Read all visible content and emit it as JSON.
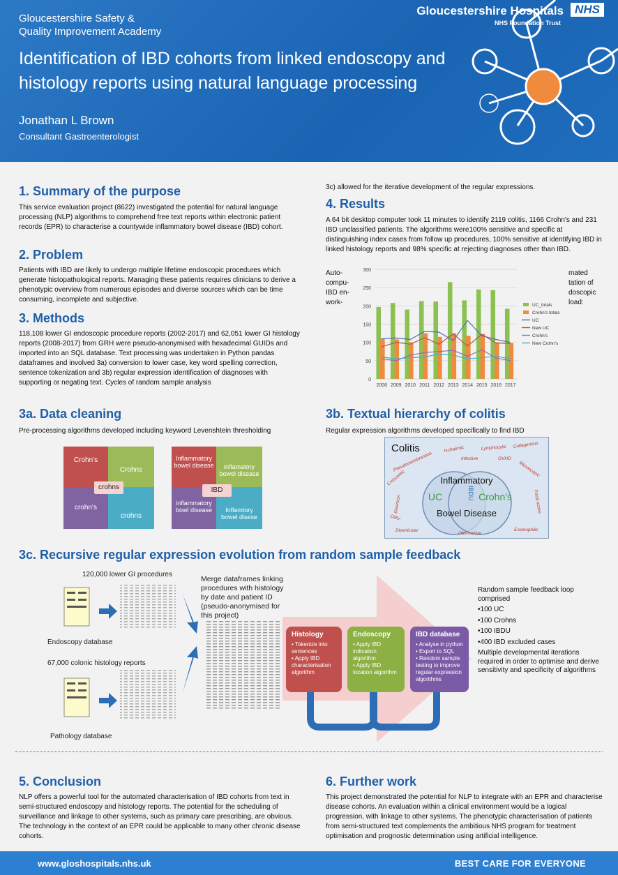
{
  "header": {
    "academy_line1": "Gloucestershire Safety &",
    "academy_line2": "Quality Improvement Academy",
    "trust_name": "Gloucestershire Hospitals",
    "nhs_logo": "NHS",
    "trust_sub": "NHS Foundation Trust",
    "title": "Identification of IBD cohorts from linked endoscopy and histology reports using natural language processing",
    "author": "Jonathan L Brown",
    "role": "Consultant Gastroenterologist"
  },
  "sections": {
    "summary": {
      "heading": "1. Summary of the purpose",
      "text": "This service evaluation project (8622) investigated the potential for natural language processing (NLP) algorithms to comprehend free text reports within electronic patient records (EPR) to characterise a countywide inflammatory bowel disease (IBD) cohort."
    },
    "problem": {
      "heading": "2. Problem",
      "text": "Patients with IBD are likely to undergo multiple lifetime endoscopic procedures which generate histopathological reports. Managing these patients requires clinicians to derive a phenotypic overview from numerous episodes and diverse sources which can be time consuming, incomplete and subjective."
    },
    "methods": {
      "heading": "3. Methods",
      "text": "118,108 lower GI endoscopic procedure reports (2002-2017) and 62,051 lower GI histology reports (2008-2017) from GRH were pseudo-anonymised with hexadecimal GUIDs and imported into an SQL database. Text processing was undertaken in Python pandas dataframes and involved 3a) conversion to lower case, key word spelling correction, sentence tokenization and 3b) regular expression identification of diagnoses with supporting or negating text. Cycles of random sample analysis",
      "continued": "3c) allowed for the iterative development of the regular expressions."
    },
    "results": {
      "heading": "4. Results",
      "text": "A 64 bit desktop computer took 11 minutes to identify 2119 colitis, 1166 Crohn's and 231 IBD unclassified patients. The algorithms were100% sensitive and specific at distinguishing index cases from follow up procedures, 100% sensitive at identifying IBD in linked histology reports and 98% specific at rejecting diagnoses other than IBD.",
      "wrap_left": [
        "Auto-",
        "compu-",
        "IBD en-",
        "work-"
      ],
      "wrap_right": [
        "mated",
        "tation of",
        "doscopic",
        "load:"
      ]
    },
    "data_cleaning": {
      "heading": "3a. Data cleaning",
      "text": "Pre-processing algorithms developed including keyword Levenshtein thresholding",
      "tiles_left": [
        "Crohn's",
        "Crohns",
        "crohn's",
        "crohns"
      ],
      "center_left": "crohns",
      "tiles_right": [
        "Inflammatory bowel disease",
        "inflamatory bowel disease",
        "inflammatory bowl disease",
        "Inflamtory bowel disese"
      ],
      "center_right": "IBD"
    },
    "hierarchy": {
      "heading": "3b. Textual hierarchy of colitis",
      "text": "Regular expression algorithms developed specifically to find IBD",
      "colitis": "Colitis",
      "inflammatory": "Inflammatory",
      "bowel_disease": "Bowel Disease",
      "uc": "UC",
      "crohns": "Crohn's",
      "ibdu": "IBDU",
      "terms": [
        "Pseudomembranous",
        "Ischaemic",
        "Infective",
        "Lymphocytic",
        "Collagenous",
        "GVHD",
        "Microscopic",
        "Crescentic",
        "Diversion",
        "Focal active",
        "CMV",
        "Diverticular",
        "Obstructive",
        "Eosinophilic"
      ]
    },
    "recursive": {
      "heading": "3c. Recursive regular expression evolution from random sample feedback",
      "procedures_label": "120,000 lower GI procedures",
      "endoscopy_db": "Endoscopy database",
      "histology_reports": "67,000 colonic histology reports",
      "pathology_db": "Pathology database",
      "merge_text": "Merge dataframes linking procedures with histology by date and patient ID (pseudo-anonymised for this project)",
      "boxes": [
        {
          "title": "Histology",
          "items": [
            "Tokenize into sentences",
            "Apply IBD characterisation algorithm"
          ]
        },
        {
          "title": "Endoscopy",
          "items": [
            "Apply IBD indication algorithm",
            "Apply IBD location algorithm"
          ]
        },
        {
          "title": "IBD database",
          "items": [
            "Analyse in python",
            "Export to SQL",
            "Random sample testing to improve regular expression algorithms"
          ]
        }
      ],
      "feedback_intro": "Random sample feedback loop comprised",
      "feedback_items": [
        "100 UC",
        "100 Crohns",
        "100 IBDU",
        "400 IBD excluded cases"
      ],
      "feedback_outro": "Multiple developmental iterations required in order to optimise and derive sensitivity and specificity of algorithms"
    },
    "conclusion": {
      "heading": "5. Conclusion",
      "text": "NLP offers a powerful tool for the automated characterisation of IBD cohorts from text in semi-structured endoscopy and histology reports. The potential for the scheduling of surveillance and linkage to other systems, such as primary care prescribing, are obvious. The technology in the context of an EPR could be applicable to many other chronic disease cohorts."
    },
    "further_work": {
      "heading": "6. Further work",
      "text": "This project demonstrated the potential for NLP to integrate with an EPR and characterise disease cohorts. An evaluation within a clinical environment would be a logical progression, with linkage to other systems. The phenotypic characterisation of patients from semi-structured text complements the ambitious NHS program for treatment optimisation and prognostic determination using artificial intelligence."
    }
  },
  "footer": {
    "url": "www.gloshospitals.nhs.uk",
    "motto": "BEST CARE FOR EVERYONE"
  },
  "chart_data": {
    "type": "bar",
    "categories": [
      "2008",
      "2009",
      "2010",
      "2011",
      "2012",
      "2013",
      "2014",
      "2015",
      "2016",
      "2017"
    ],
    "ylim": [
      0,
      300
    ],
    "yticks": [
      0,
      50,
      100,
      150,
      200,
      250,
      300
    ],
    "grid": true,
    "legend": "right",
    "series": [
      {
        "name": "UC_totals",
        "kind": "bar",
        "color": "#8cc152",
        "values": [
          197,
          208,
          190,
          213,
          212,
          265,
          215,
          245,
          243,
          192
        ]
      },
      {
        "name": "Crohn's totals",
        "kind": "bar",
        "color": "#f08a3c",
        "values": [
          110,
          108,
          100,
          125,
          115,
          125,
          118,
          123,
          100,
          98
        ]
      },
      {
        "name": "UC",
        "kind": "line",
        "color": "#4a6fb3",
        "values": [
          110,
          112,
          108,
          130,
          128,
          105,
          160,
          118,
          108,
          100
        ]
      },
      {
        "name": "New UC",
        "kind": "line",
        "color": "#c0504d",
        "values": [
          88,
          100,
          95,
          113,
          95,
          123,
          90,
          122,
          98,
          97
        ]
      },
      {
        "name": "Crohn's",
        "kind": "line",
        "color": "#8e6cb3",
        "values": [
          55,
          50,
          65,
          72,
          75,
          78,
          62,
          80,
          57,
          50
        ]
      },
      {
        "name": "New Crohn's",
        "kind": "line",
        "color": "#4bacc6",
        "values": [
          60,
          55,
          58,
          60,
          68,
          65,
          55,
          58,
          62,
          55
        ]
      }
    ]
  }
}
